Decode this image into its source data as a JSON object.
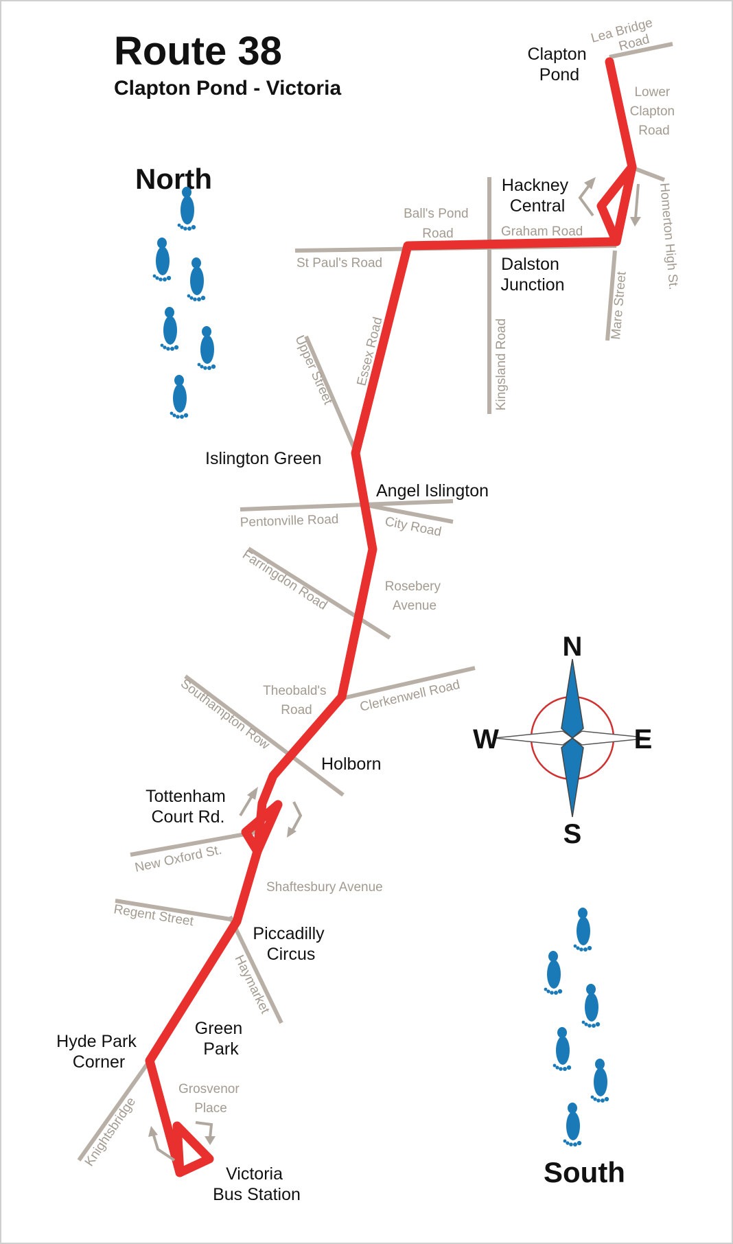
{
  "header": {
    "title": "Route 38",
    "subtitle": "Clapton Pond - Victoria"
  },
  "directions": {
    "north": "North",
    "south": "South"
  },
  "stops": {
    "clapton_pond": [
      "Clapton",
      "Pond"
    ],
    "hackney_central": [
      "Hackney",
      "Central"
    ],
    "dalston_junction": [
      "Dalston",
      "Junction"
    ],
    "islington_green": "Islington Green",
    "angel_islington": "Angel Islington",
    "holborn": "Holborn",
    "tottenham_court_rd": [
      "Tottenham",
      "Court Rd."
    ],
    "piccadilly_circus": [
      "Piccadilly",
      "Circus"
    ],
    "green_park": [
      "Green",
      "Park"
    ],
    "hyde_park_corner": [
      "Hyde Park",
      "Corner"
    ],
    "victoria_bus_station": [
      "Victoria",
      "Bus Station"
    ]
  },
  "roads": {
    "lea_bridge_road": [
      "Lea Bridge",
      "Road"
    ],
    "lower_clapton_road": [
      "Lower",
      "Clapton",
      "Road"
    ],
    "homerton_high_st": "Homerton High St.",
    "graham_road": "Graham Road",
    "balls_pond_road": [
      "Ball's Pond",
      "Road"
    ],
    "st_pauls_road": "St Paul's Road",
    "mare_street": "Mare Street",
    "kingsland_road": "Kingsland Road",
    "essex_road": "Essex Road",
    "upper_street": "Upper Street",
    "pentonville_road": "Pentonville Road",
    "city_road": "City Road",
    "farringdon_road": "Farringdon Road",
    "rosebery_avenue": [
      "Rosebery",
      "Avenue"
    ],
    "theobalds_road": [
      "Theobald's",
      "Road"
    ],
    "clerkenwell_road": "Clerkenwell Road",
    "southampton_row": "Southampton Row",
    "new_oxford_st": "New Oxford St.",
    "shaftesbury_avenue": "Shaftesbury Avenue",
    "regent_street": "Regent Street",
    "haymarket": "Haymarket",
    "grosvenor_place": [
      "Grosvenor",
      "Place"
    ],
    "knightsbridge": "Knightsbridge"
  },
  "compass": {
    "n": "N",
    "s": "S",
    "e": "E",
    "w": "W"
  },
  "colors": {
    "route": "#e8302e",
    "road": "#b8b0a6",
    "road_label": "#a39a90",
    "footprints": "#1a7ab8",
    "compass_ring": "#d03030"
  },
  "icons": {
    "footprints": "footprints-icon",
    "compass": "compass-rose-icon",
    "direction_arrow": "direction-arrow-icon"
  }
}
